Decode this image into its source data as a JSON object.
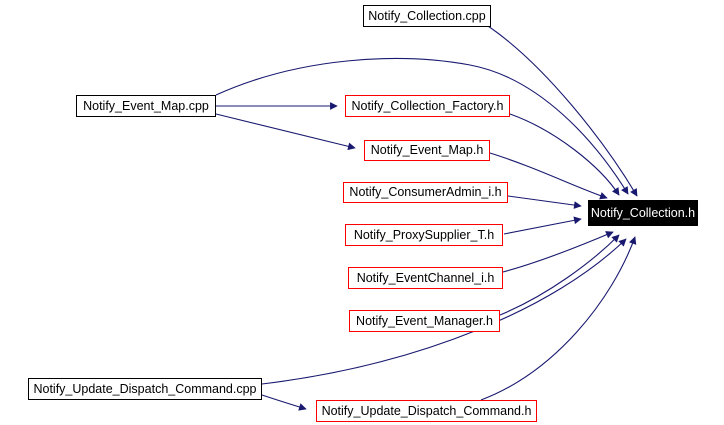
{
  "diagram": {
    "kind": "include-dependency-graph",
    "colors": {
      "background": "#ffffff",
      "edge": "#191970",
      "plain_node_border": "#000000",
      "link_node_border": "#ff0000",
      "root_node_fill": "#000000",
      "root_node_text": "#ffffff"
    },
    "nodes": [
      {
        "id": "notify-collection-cpp",
        "label": "Notify_Collection.cpp",
        "style": "plain"
      },
      {
        "id": "notify-event-map-cpp",
        "label": "Notify_Event_Map.cpp",
        "style": "plain"
      },
      {
        "id": "notify-collection-factory-h",
        "label": "Notify_Collection_Factory.h",
        "style": "link"
      },
      {
        "id": "notify-event-map-h",
        "label": "Notify_Event_Map.h",
        "style": "link"
      },
      {
        "id": "notify-consumeradmin-i-h",
        "label": "Notify_ConsumerAdmin_i.h",
        "style": "link"
      },
      {
        "id": "notify-proxysupplier-t-h",
        "label": "Notify_ProxySupplier_T.h",
        "style": "link"
      },
      {
        "id": "notify-eventchannel-i-h",
        "label": "Notify_EventChannel_i.h",
        "style": "link"
      },
      {
        "id": "notify-event-manager-h",
        "label": "Notify_Event_Manager.h",
        "style": "link"
      },
      {
        "id": "notify-update-dispatch-command-cpp",
        "label": "Notify_Update_Dispatch_Command.cpp",
        "style": "plain"
      },
      {
        "id": "notify-update-dispatch-command-h",
        "label": "Notify_Update_Dispatch_Command.h",
        "style": "link"
      },
      {
        "id": "notify-collection-h",
        "label": "Notify_Collection.h",
        "style": "root"
      }
    ],
    "edges": [
      {
        "from": "Notify_Collection.cpp",
        "to": "Notify_Collection.h"
      },
      {
        "from": "Notify_Event_Map.cpp",
        "to": "Notify_Collection.h"
      },
      {
        "from": "Notify_Event_Map.cpp",
        "to": "Notify_Collection_Factory.h"
      },
      {
        "from": "Notify_Event_Map.cpp",
        "to": "Notify_Event_Map.h"
      },
      {
        "from": "Notify_Collection_Factory.h",
        "to": "Notify_Collection.h"
      },
      {
        "from": "Notify_Event_Map.h",
        "to": "Notify_Collection.h"
      },
      {
        "from": "Notify_ConsumerAdmin_i.h",
        "to": "Notify_Collection.h"
      },
      {
        "from": "Notify_ProxySupplier_T.h",
        "to": "Notify_Collection.h"
      },
      {
        "from": "Notify_EventChannel_i.h",
        "to": "Notify_Collection.h"
      },
      {
        "from": "Notify_Event_Manager.h",
        "to": "Notify_Collection.h"
      },
      {
        "from": "Notify_Update_Dispatch_Command.cpp",
        "to": "Notify_Collection.h"
      },
      {
        "from": "Notify_Update_Dispatch_Command.cpp",
        "to": "Notify_Update_Dispatch_Command.h"
      },
      {
        "from": "Notify_Update_Dispatch_Command.h",
        "to": "Notify_Collection.h"
      }
    ]
  }
}
